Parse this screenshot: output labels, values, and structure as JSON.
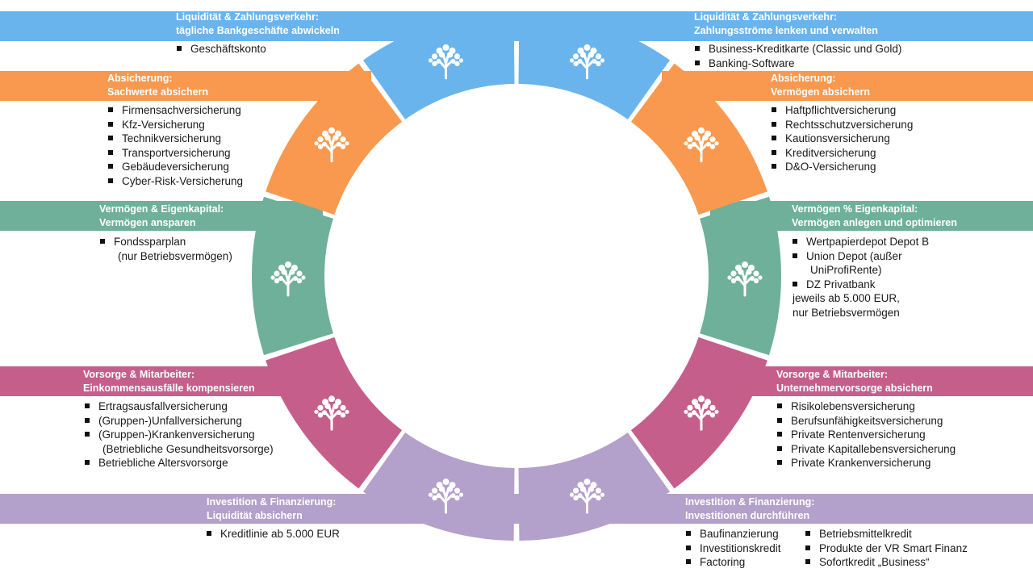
{
  "colors": {
    "blue": "#6ab4ee",
    "orange": "#f9994f",
    "teal": "#6fb09a",
    "pink": "#c65e8b",
    "lavender": "#b3a0cb"
  },
  "segment_icon": "tree-icon",
  "sections": {
    "tl": {
      "title": [
        "Liquidität & Zahlungsverkehr:",
        "tägliche Bankgeschäfte abwickeln"
      ],
      "items": [
        "Geschäftskonto"
      ]
    },
    "tr": {
      "title": [
        "Liquidität & Zahlungsverkehr:",
        "Zahlungsströme lenken und verwalten"
      ],
      "items": [
        "Business-Kreditkarte (Classic und Gold)",
        "Banking-Software"
      ]
    },
    "ml1": {
      "title": [
        "Absicherung:",
        "Sachwerte absichern"
      ],
      "items": [
        "Firmensachversicherung",
        "Kfz-Versicherung",
        "Technikversicherung",
        "Transportversicherung",
        "Gebäudeversicherung",
        "Cyber-Risk-Versicherung"
      ]
    },
    "mr1": {
      "title": [
        "Absicherung:",
        "Vermögen absichern"
      ],
      "items": [
        "Haftpflichtversicherung",
        "Rechtsschutzversicherung",
        "Kautionsversicherung",
        "Kreditversicherung",
        "D&O-Versicherung"
      ]
    },
    "ml2": {
      "title": [
        "Vermögen & Eigenkapital:",
        "Vermögen ansparen"
      ],
      "items": [
        "Fondssparplan",
        "(nur Betriebsvermögen)"
      ]
    },
    "mr2": {
      "title": [
        "Vermögen % Eigenkapital:",
        "Vermögen anlegen und optimieren"
      ],
      "items": [
        "Wertpapierdepot Depot B",
        "Union Depot (außer",
        "UniProfiRente)",
        "DZ Privatbank",
        "jeweils ab 5.000 EUR,",
        "nur Betriebsvermögen"
      ]
    },
    "ml3": {
      "title": [
        "Vorsorge & Mitarbeiter:",
        "Einkommensausfälle kompensieren"
      ],
      "items": [
        "Ertragsausfallversicherung",
        "(Gruppen-)Unfallversicherung",
        "(Gruppen-)Krankenversicherung",
        "(Betriebliche Gesundheitsvorsorge)",
        "Betriebliche Altersvorsorge"
      ]
    },
    "mr3": {
      "title": [
        "Vorsorge & Mitarbeiter:",
        "Unternehmervorsorge absichern"
      ],
      "items": [
        "Risikolebensversicherung",
        "Berufsunfähigkeitsversicherung",
        "Private Rentenversicherung",
        "Private Kapitallebensversicherung",
        "Private Krankenversicherung"
      ]
    },
    "bl": {
      "title": [
        "Investition & Finanzierung:",
        "Liquidität absichern"
      ],
      "items": [
        "Kreditlinie ab 5.000 EUR"
      ]
    },
    "br": {
      "title": [
        "Investition & Finanzierung:",
        "Investitionen durchführen"
      ],
      "items": [
        "Baufinanzierung",
        "Investitionskredit",
        "Factoring"
      ],
      "items2": [
        "Betriebsmittelkredit",
        "Produkte der VR Smart Finanz",
        "Sofortkredit „Business“"
      ]
    }
  }
}
